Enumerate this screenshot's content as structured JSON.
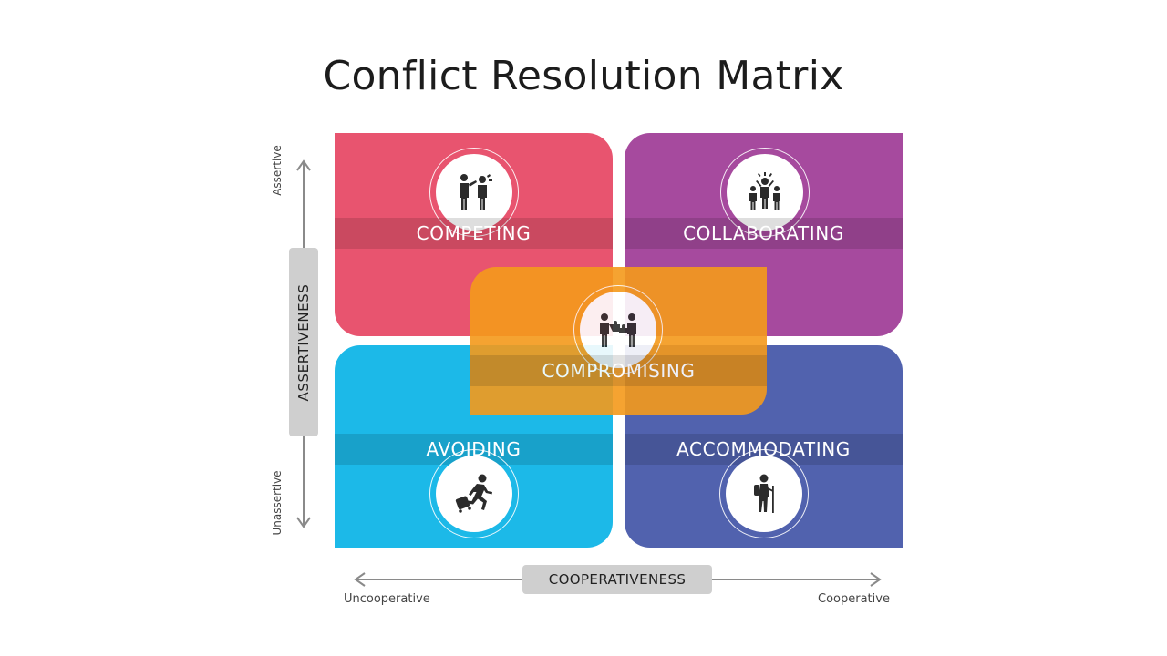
{
  "title": "Conflict Resolution Matrix",
  "colors": {
    "competing": "#E8546F",
    "collaborating": "#A64A9E",
    "avoiding": "#1CB9E8",
    "accommodating": "#5162AE",
    "compromising": "#F59A1B"
  },
  "quadrants": {
    "competing": {
      "label": "COMPETING",
      "icon": "arguing-people-icon"
    },
    "collaborating": {
      "label": "COLLABORATING",
      "icon": "team-celebration-icon"
    },
    "avoiding": {
      "label": "AVOIDING",
      "icon": "running-with-luggage-icon"
    },
    "accommodating": {
      "label": "ACCOMMODATING",
      "icon": "hiker-icon"
    },
    "compromising": {
      "label": "COMPROMISING",
      "icon": "puzzle-handshake-icon"
    }
  },
  "axes": {
    "vertical": {
      "title": "ASSERTIVENESS",
      "high": "Assertive",
      "low": "Unassertive"
    },
    "horizontal": {
      "title": "COOPERATIVENESS",
      "low": "Uncooperative",
      "high": "Cooperative"
    }
  }
}
